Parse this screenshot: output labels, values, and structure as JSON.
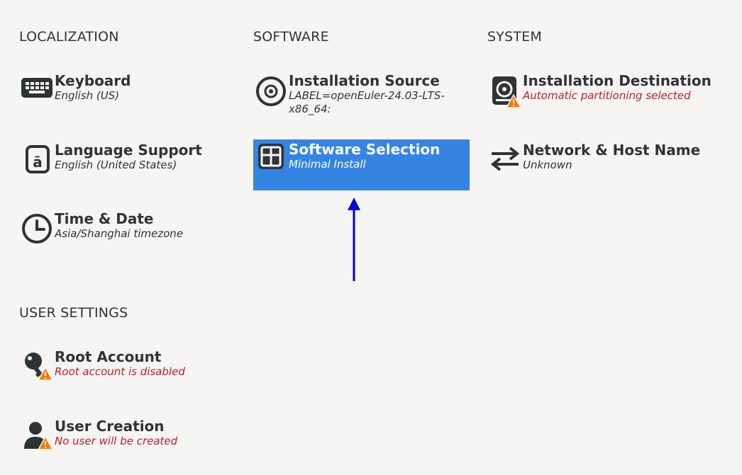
{
  "sections": {
    "localization": "LOCALIZATION",
    "software": "SOFTWARE",
    "system": "SYSTEM",
    "user_settings": "USER SETTINGS"
  },
  "spokes": {
    "keyboard": {
      "title": "Keyboard",
      "status": "English (US)",
      "icon": "keyboard-icon"
    },
    "language": {
      "title": "Language Support",
      "status": "English (United States)",
      "icon": "language-icon"
    },
    "time": {
      "title": "Time & Date",
      "status": "Asia/Shanghai timezone",
      "icon": "clock-icon"
    },
    "source": {
      "title": "Installation Source",
      "status": "LABEL=openEuler-24.03-LTS-x86_64:",
      "icon": "disc-icon"
    },
    "software": {
      "title": "Software Selection",
      "status": "Minimal Install",
      "icon": "package-icon",
      "selected": true
    },
    "destination": {
      "title": "Installation Destination",
      "status": "Automatic partitioning selected",
      "icon": "harddisk-icon",
      "warning": true
    },
    "network": {
      "title": "Network & Host Name",
      "status": "Unknown",
      "icon": "network-arrows-icon"
    },
    "root": {
      "title": "Root Account",
      "status": "Root account is disabled",
      "icon": "key-icon",
      "warning": true
    },
    "user": {
      "title": "User Creation",
      "status": "No user will be created",
      "icon": "user-icon",
      "warning": true
    }
  },
  "colors": {
    "selected": "#3584e4",
    "warning_text": "#c01c28",
    "warning_badge": "#f57900",
    "annotation_arrow": "#0000dd"
  }
}
